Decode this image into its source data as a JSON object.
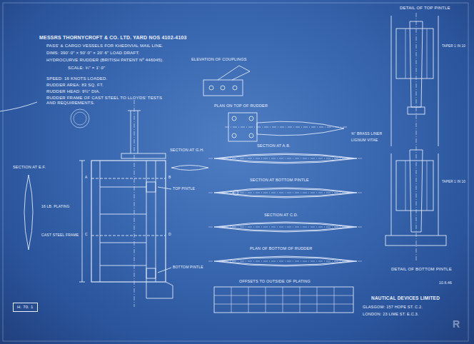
{
  "diagram": {
    "title": "MESSRS THORNYCROFT & CO. LTD. YARD NOS 4102-4103",
    "nodes": [
      {
        "text": [
          "H. 70. 1"
        ]
      }
    ],
    "labels": [
      "PASS' & CARGO VESSELS FOR KHEDIVIAL MAIL LINE.",
      "DIMS: 390'·0\" × 50'·0\" × 20'·6\" LOAD DRAFT.",
      "HYDROCURVE RUDDER (BRITISH PATENT Nº 446045).",
      "SCALE: ¾\" = 1'·0\"",
      "SPEED: 16 KNOTS LOADED.",
      "RUDDER AREA: 83 SQ. FT.",
      "RUDDER HEAD: 9½\" DIA.",
      "RUDDER FRAME OF CAST STEEL TO LLOYDS' TESTS AND REQUIREMENTS.",
      "ELEVATION OF COUPLINGS",
      "PLAN ON TOP OF RUDDER",
      "SECTION AT A.B.",
      "SECTION AT BOTTOM PINTLE",
      "SECTION AT C.D.",
      "PLAN OF BOTTOM OF RUDDER",
      "OFFSETS TO OUTSIDE OF PLATING",
      "SECTION AT E.F.",
      "SECTION AT G.H.",
      "DETAIL OF TOP PINTLE",
      "DETAIL OF BOTTOM PINTLE",
      "TOP PINTLE",
      "BOTTOM PINTLE",
      "16 LB. PLATING",
      "CAST STEEL FRAME",
      "A",
      "B",
      "C",
      "D",
      "⅜\" BRASS LINER",
      "LIGNUM VITAE",
      "TAPER 1 IN 10",
      "TAPER 1 IN 10",
      "NAUTICAL DEVICES LIMITED",
      "GLASGOW: 157 HOPE ST. C.2.",
      "LONDON: 23 LIME ST. E.C.3.",
      "10.6.46",
      "R"
    ]
  }
}
